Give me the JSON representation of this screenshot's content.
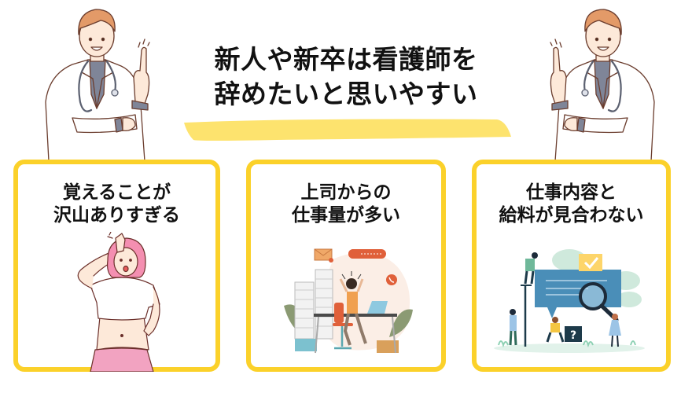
{
  "header": {
    "title_lines": [
      "新人や新卒は看護師を",
      "辞めたいと思いやすい"
    ],
    "highlight_color": "#fde36e"
  },
  "characters": {
    "left_doctor": "doctor-pointing-up-illustration",
    "right_doctor": "doctor-pointing-up-illustration"
  },
  "cards": [
    {
      "title_lines": [
        "覚えることが",
        "沢山ありすぎる"
      ],
      "illustration": "confused-woman-hand-on-head"
    },
    {
      "title_lines": [
        "上司からの",
        "仕事量が多い"
      ],
      "illustration": "stressed-woman-at-desk-with-paper-stacks"
    },
    {
      "title_lines": [
        "仕事内容と",
        "給料が見合わない"
      ],
      "illustration": "people-inspecting-message-with-magnifier"
    }
  ],
  "colors": {
    "card_border": "#fbd12a",
    "text": "#111111",
    "doctor_hair": "#e39a68",
    "doctor_shirt": "#7f8598"
  }
}
